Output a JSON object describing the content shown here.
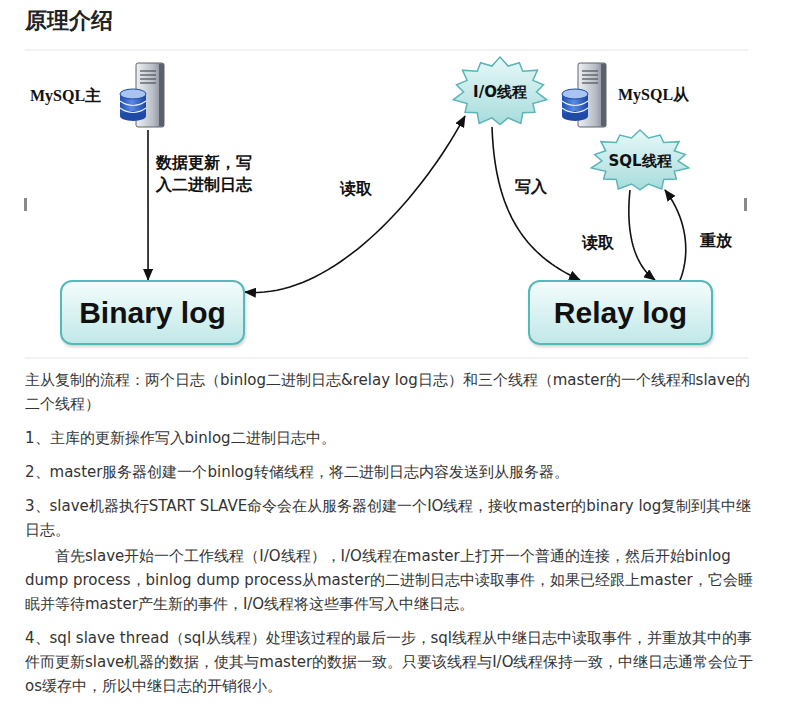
{
  "diagram": {
    "title": "原理介绍",
    "nodes": [
      {
        "text": [
          "MySQL主"
        ]
      },
      {
        "text": [
          "I/O线程"
        ]
      },
      {
        "text": [
          "MySQL从"
        ]
      },
      {
        "text": [
          "SQL线程"
        ]
      },
      {
        "text": [
          "Binary log"
        ]
      },
      {
        "text": [
          "Relay log"
        ]
      }
    ],
    "edges": [
      {
        "from": 0,
        "to": 4,
        "label": "数据更新，写入二进制日志",
        "arrow": "to"
      },
      {
        "from": 4,
        "to": 1,
        "label": "读取",
        "arrow": "both"
      },
      {
        "from": 1,
        "to": 5,
        "label": "写入",
        "arrow": "to"
      },
      {
        "from": 3,
        "to": 5,
        "label": "读取",
        "arrow": "to"
      },
      {
        "from": 5,
        "to": 3,
        "label": "重放",
        "arrow": "to"
      }
    ],
    "labels": [
      "主从复制的流程：两个日志（binlog二进制日志&relay log日志）和三个线程（master的一个线程和slave的二个线程）",
      "1、主库的更新操作写入binlog二进制日志中。",
      "2、master服务器创建一个binlog转储线程，将二进制日志内容发送到从服务器。",
      "3、slave机器执行START SLAVE命令会在从服务器创建一个IO线程，接收master的binary log复制到其中继日志。",
      "首先slave开始一个工作线程（I/O线程），I/O线程在master上打开一个普通的连接，然后开始binlog dump process，binlog dump process从master的二进制日志中读取事件，如果已经跟上master，它会睡眠并等待master产生新的事件，I/O线程将这些事件写入中继日志。",
      "4、sql slave thread（sql从线程）处理该过程的最后一步，sql线程从中继日志中读取事件，并重放其中的事件而更新slave机器的数据，使其与master的数据一致。只要该线程与I/O线程保持一致，中继日志通常会位于os缓存中，所以中继日志的开销很小。"
    ]
  }
}
